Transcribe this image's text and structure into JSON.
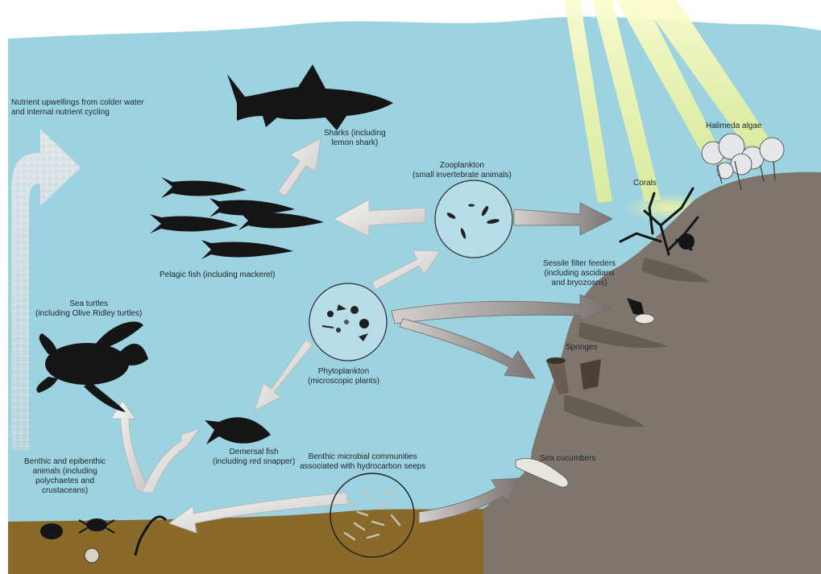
{
  "labels": {
    "sunlight": "Sunlight",
    "nutrient": [
      "Nutrient upwellings from colder water",
      "and internal nutrient cycling"
    ],
    "sharks": [
      "Sharks (including",
      "lemon shark)"
    ],
    "zooplankton": [
      "Zooplankton",
      "(small invertebrate animals)"
    ],
    "halimeda": "Halimeda algae",
    "corals": "Corals",
    "pelagic": "Pelagic fish (including mackerel)",
    "sessile": [
      "Sessile filter feeders",
      "(including ascidians",
      "and bryozoans)"
    ],
    "turtles": [
      "Sea turtles",
      "(including Olive Ridley turtles)"
    ],
    "phytoplankton": [
      "Phytoplankton",
      "(microscopic plants)"
    ],
    "sponges": "Sponges",
    "demersal": [
      "Demersal fish",
      "(including red snapper)"
    ],
    "benthic_microbial": [
      "Benthic microbial communities",
      "associated with hydrocarbon seeps"
    ],
    "sea_cucumbers": "Sea cucumbers",
    "benthic_animals": [
      "Benthic and epibenthic",
      "animals (including",
      "polychaetes and",
      "crustaceans)"
    ]
  },
  "colors": {
    "sea": "#9dd2e0",
    "sediment": "#8a6a2a",
    "seafloor": "#7e756c",
    "sunlight": "#f4f7a8",
    "arrow_light": "#ececea",
    "arrow_dark": "#8a8583",
    "silhouette": "#151515"
  }
}
